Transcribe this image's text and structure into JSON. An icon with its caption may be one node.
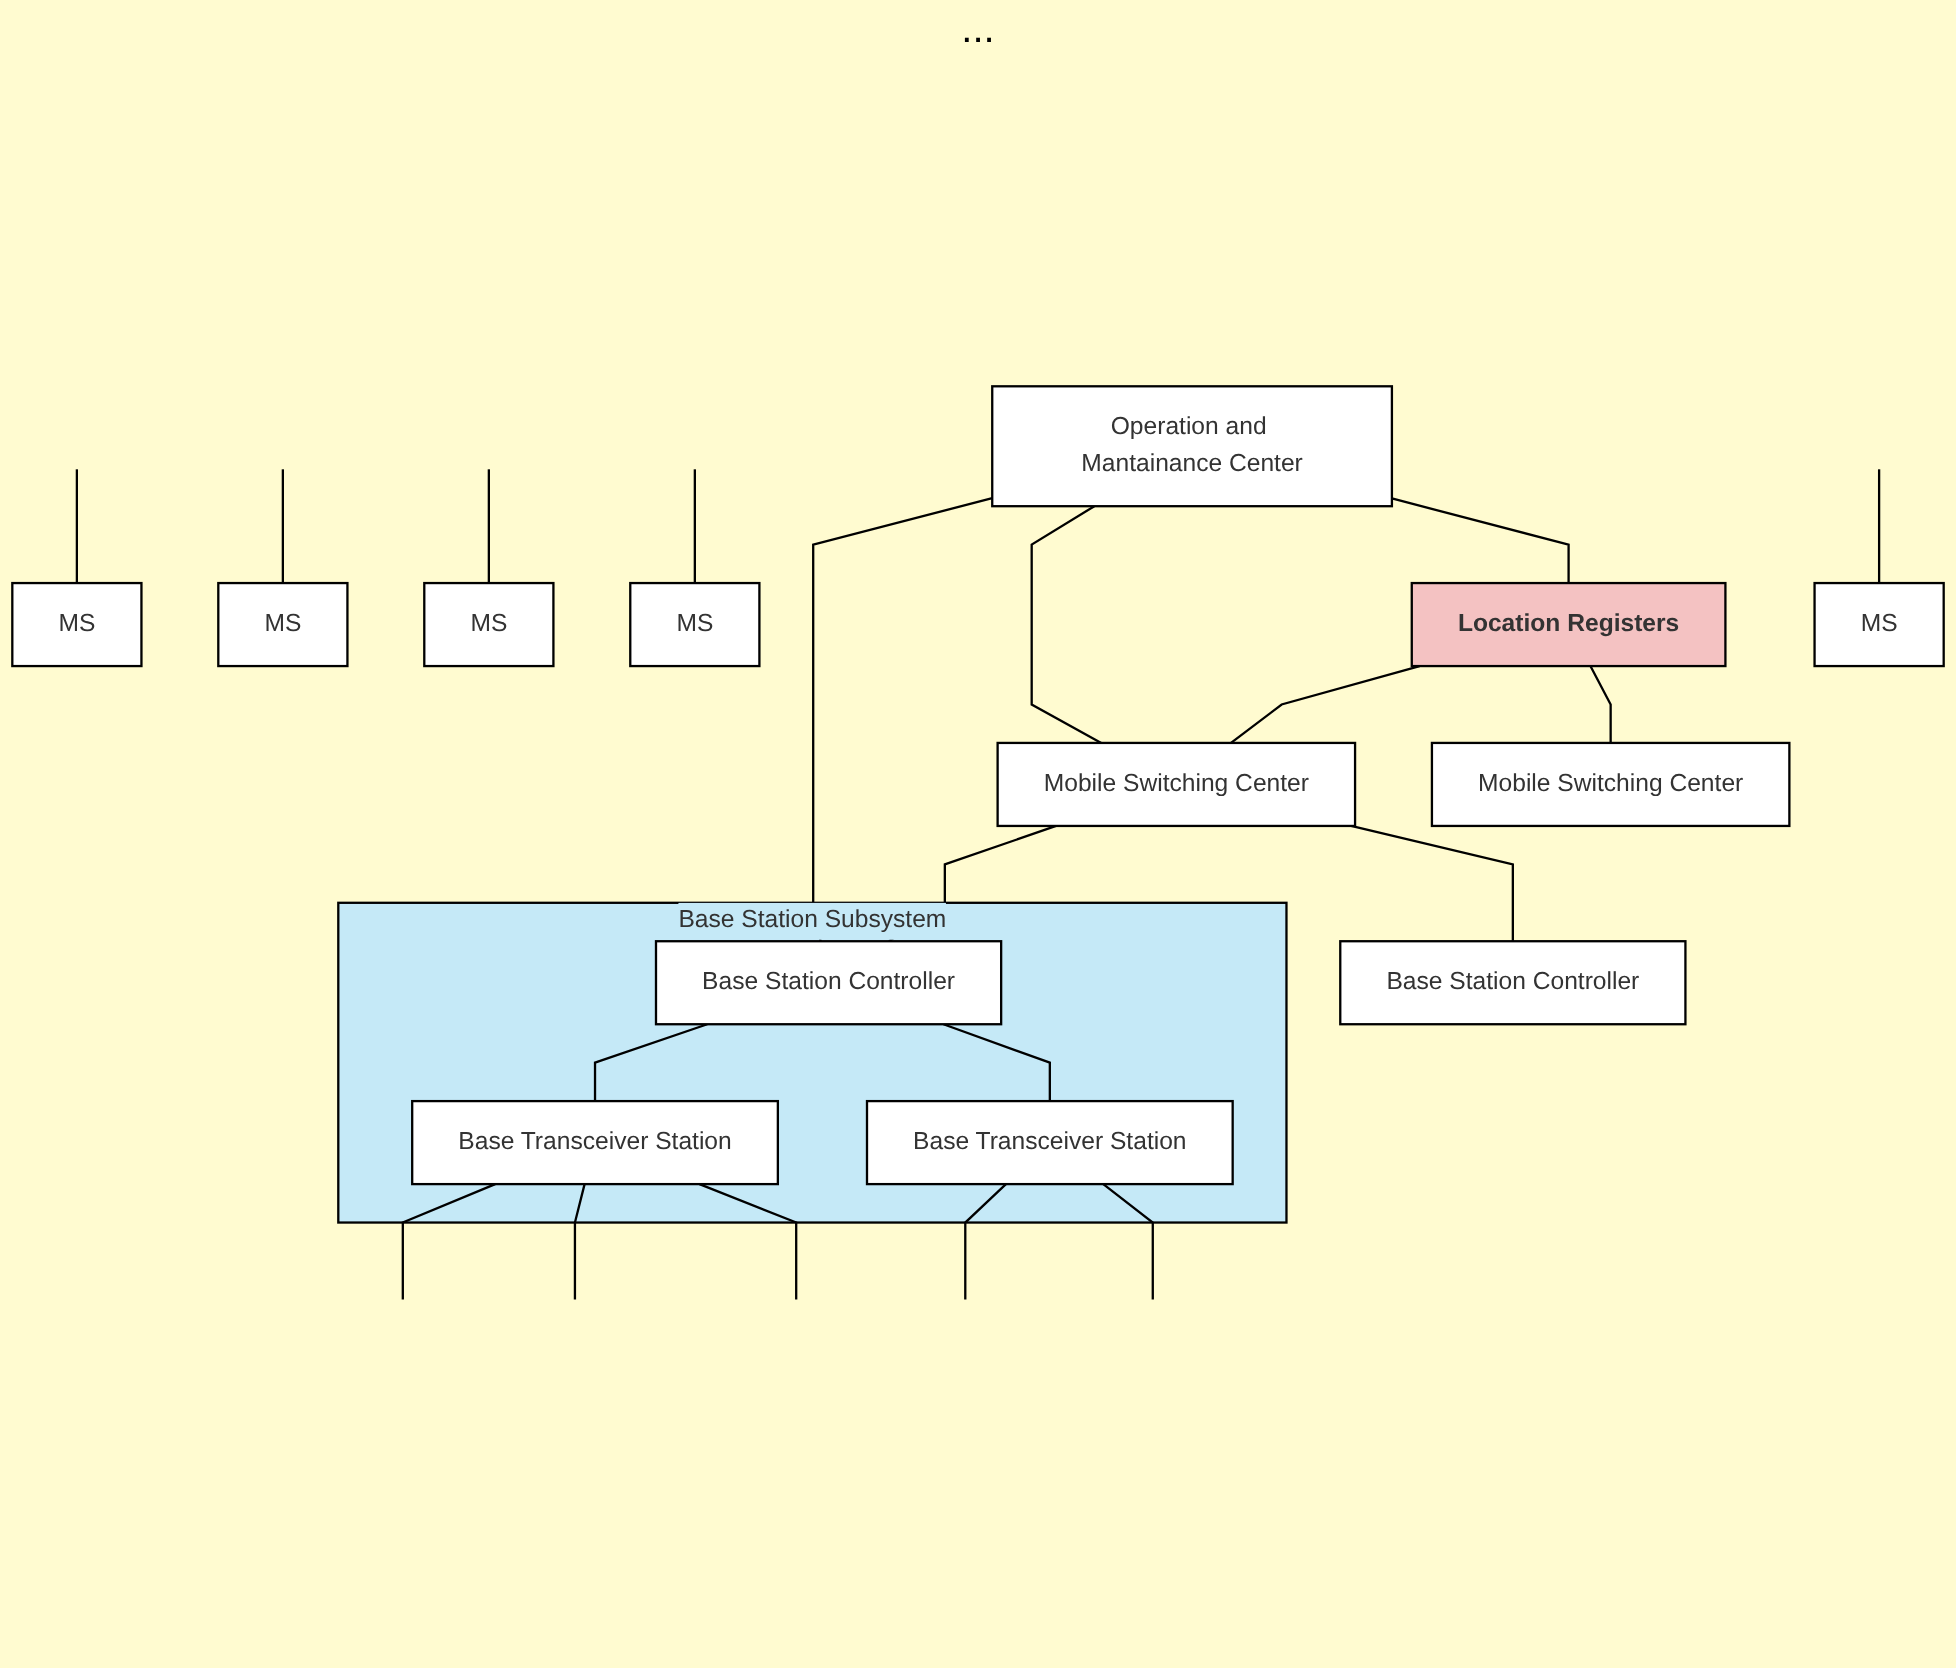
{
  "diagram": {
    "nodes": [
      {
        "text": [
          "Operation and Mantainance Center"
        ]
      },
      {
        "text": [
          "Location Registers"
        ]
      },
      {
        "text": [
          "Mobile Switching Center"
        ]
      },
      {
        "text": [
          "Mobile Switching Center"
        ]
      },
      {
        "text": [
          "Base Station Subsystem"
        ]
      },
      {
        "text": [
          "Base Station Controller"
        ],
        "in": 4
      },
      {
        "text": [
          "Base Station Controller"
        ]
      },
      {
        "text": [
          "Base Transceiver Station"
        ],
        "in": 4
      },
      {
        "text": [
          "Base Transceiver Station"
        ],
        "in": 4
      },
      {
        "text": [
          "MS"
        ]
      },
      {
        "text": [
          "MS"
        ]
      },
      {
        "text": [
          "MS"
        ]
      },
      {
        "text": [
          "MS"
        ]
      },
      {
        "text": [
          "MS"
        ]
      }
    ],
    "edges": [
      {
        "from": 0,
        "to": 5,
        "arrow": "none"
      },
      {
        "from": 0,
        "to": 2,
        "arrow": "none"
      },
      {
        "from": 0,
        "to": 1,
        "arrow": "none"
      },
      {
        "from": 1,
        "to": 2,
        "arrow": "none"
      },
      {
        "from": 1,
        "to": 3,
        "arrow": "none"
      },
      {
        "from": 2,
        "to": 5,
        "arrow": "none"
      },
      {
        "from": 2,
        "to": 6,
        "arrow": "none"
      },
      {
        "from": 5,
        "to": 7,
        "arrow": "none"
      },
      {
        "from": 5,
        "to": 8,
        "arrow": "none"
      },
      {
        "from": 7,
        "to": null,
        "arrow": "none"
      },
      {
        "from": 7,
        "to": null,
        "arrow": "none"
      },
      {
        "from": 7,
        "to": null,
        "arrow": "none"
      },
      {
        "from": 8,
        "to": null,
        "arrow": "none"
      },
      {
        "from": 8,
        "to": null,
        "arrow": "none"
      },
      {
        "from": null,
        "to": 9,
        "arrow": "none"
      },
      {
        "from": null,
        "to": 10,
        "arrow": "none"
      },
      {
        "from": null,
        "to": 11,
        "arrow": "none"
      },
      {
        "from": null,
        "to": 12,
        "arrow": "none"
      },
      {
        "from": null,
        "to": 13,
        "arrow": "none"
      }
    ],
    "labels": [
      "..."
    ]
  }
}
